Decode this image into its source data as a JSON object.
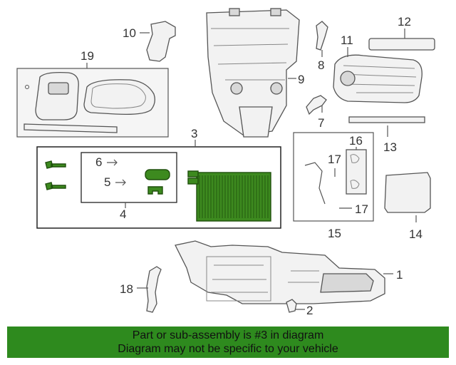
{
  "callouts": {
    "c1": "1",
    "c2": "2",
    "c3": "3",
    "c4": "4",
    "c5": "5",
    "c6": "6",
    "c7": "7",
    "c8": "8",
    "c9": "9",
    "c10": "10",
    "c11": "11",
    "c12": "12",
    "c13": "13",
    "c14": "14",
    "c15": "15",
    "c16": "16",
    "c17a": "17",
    "c17b": "17",
    "c18": "18",
    "c19": "19"
  },
  "banner": {
    "line1": "Part or sub-assembly is #3 in diagram",
    "line2": "Diagram may not be specific to your vehicle"
  },
  "colors": {
    "highlight": "#3d8a1f",
    "banner": "#2e8a1e"
  }
}
